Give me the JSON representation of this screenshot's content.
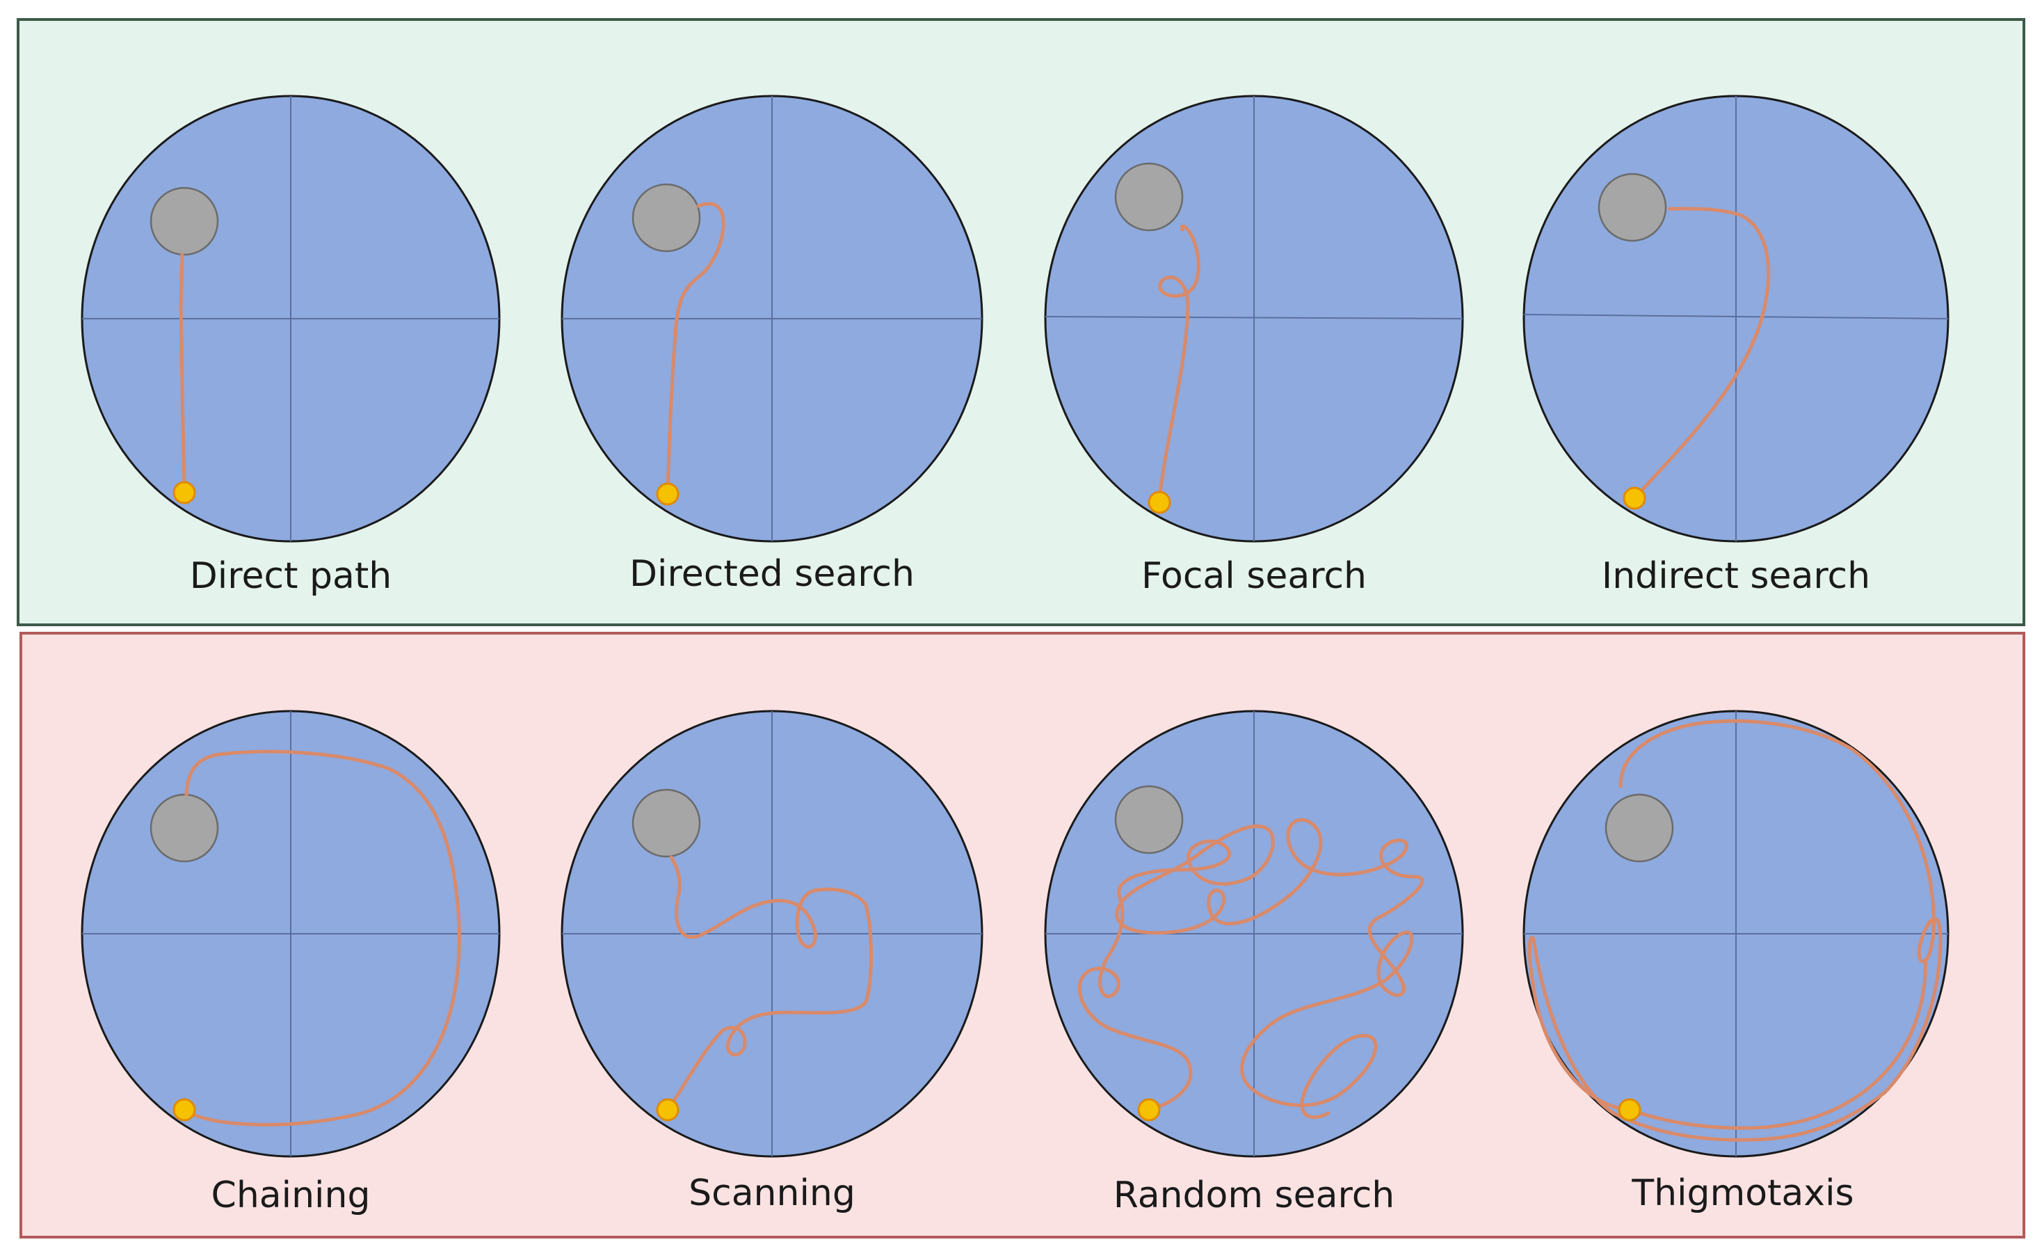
{
  "colors": {
    "top_panel_fill": "#e4f3ec",
    "top_panel_border": "#3d5a4a",
    "bottom_panel_fill": "#fbe2e2",
    "bottom_panel_border": "#b25b5b",
    "arena": "#8eaadf",
    "platform": "#a6a6a6",
    "path": "#d98a6a",
    "start_point": "#f6c100"
  },
  "top_panel": {
    "diagrams": [
      {
        "label": "Direct path"
      },
      {
        "label": "Directed search"
      },
      {
        "label": "Focal search"
      },
      {
        "label": "Indirect search"
      }
    ]
  },
  "bottom_panel": {
    "diagrams": [
      {
        "label": "Chaining"
      },
      {
        "label": "Scanning"
      },
      {
        "label": "Random search"
      },
      {
        "label": "Thigmotaxis"
      }
    ]
  }
}
